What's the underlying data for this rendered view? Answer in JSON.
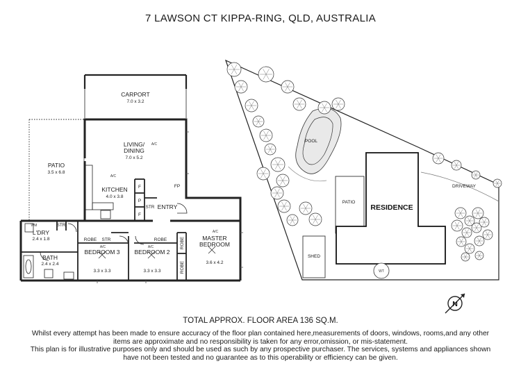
{
  "header": {
    "title": "7 LAWSON CT KIPPA-RING, QLD, AUSTRALIA"
  },
  "floor_plan": {
    "rooms": {
      "carport": {
        "name": "CARPORT",
        "dims": "7.0 x 3.2"
      },
      "living_l1": "LIVING/",
      "living_l2": "DINING",
      "living_dims": "7.0 x 5.2",
      "patio": {
        "name": "PATIO",
        "dims": "3.5 x 6.8"
      },
      "kitchen": {
        "name": "KITCHEN",
        "dims": "4.0 x 3.8"
      },
      "ldry": {
        "name": "L'DRY",
        "dims": "2.4 x 1.8"
      },
      "bath": {
        "name": "BATH",
        "dims": "2.4 x 2.4"
      },
      "bed3": {
        "name": "BEDROOM 3",
        "dims": "3.3 x 3.3"
      },
      "bed2": {
        "name": "BEDROOM 2",
        "dims": "3.3 x 3.3"
      },
      "master_l1": "MASTER",
      "master_l2": "BEDROOM",
      "master_dims": "3.6 x 4.2"
    },
    "labels": {
      "ac": "A/C",
      "str": "STR",
      "wm": "WM",
      "robe": "ROBE",
      "entry": "ENTRY",
      "fp": "FP",
      "f": "F",
      "p": "P"
    }
  },
  "site_plan": {
    "pool": "POOL",
    "patio": "PATIO",
    "residence": "RESIDENCE",
    "driveway": "DRIVEWAY",
    "shed": "SHED",
    "wt": "WT",
    "north": "N"
  },
  "footer": {
    "total_area": "TOTAL APPROX. FLOOR AREA 136 SQ.M.",
    "disclaimer_1": "Whilst every attempt has been made to ensure accuracy of the floor plan contained here,measurements of doors, windows, rooms,and any other",
    "disclaimer_2": "items are approximate  and no responsibility is taken for any error,omission, or mis-statement.",
    "disclaimer_3": "This plan is for illustrative purposes only and should be used as such by any prospective purchaser. The services, systems and appliances shown",
    "disclaimer_4": "have not been tested and no guarantee as to this operability or efficiency can be given."
  }
}
